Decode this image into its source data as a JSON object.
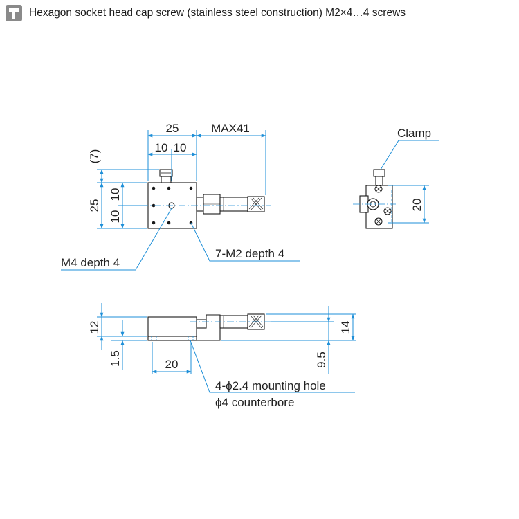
{
  "header": {
    "icon": "screw-icon",
    "text": "Hexagon socket head cap screw (stainless steel construction) M2×4…4 screws"
  },
  "colors": {
    "dimension_line": "#1e8fd8",
    "part_outline": "#1a1a1a",
    "header_icon": "#8a8a8a"
  },
  "top_view": {
    "dim_25_width": "25",
    "dim_max41": "MAX41",
    "dim_10_left": "10",
    "dim_10_right": "10",
    "dim_7": "(7)",
    "dim_25_height": "25",
    "dim_10_upper": "10",
    "dim_10_lower": "10",
    "label_m4": "M4 depth 4",
    "label_m2": "7-M2 depth 4"
  },
  "side_view": {
    "label_clamp": "Clamp",
    "dim_20": "20"
  },
  "front_view": {
    "dim_12": "12",
    "dim_1_5": "1.5",
    "dim_20": "20",
    "dim_9_5": "9.5",
    "dim_14": "14",
    "label_mounting_hole": "4-ϕ2.4 mounting hole",
    "label_counterbore": "ϕ4 counterbore"
  }
}
